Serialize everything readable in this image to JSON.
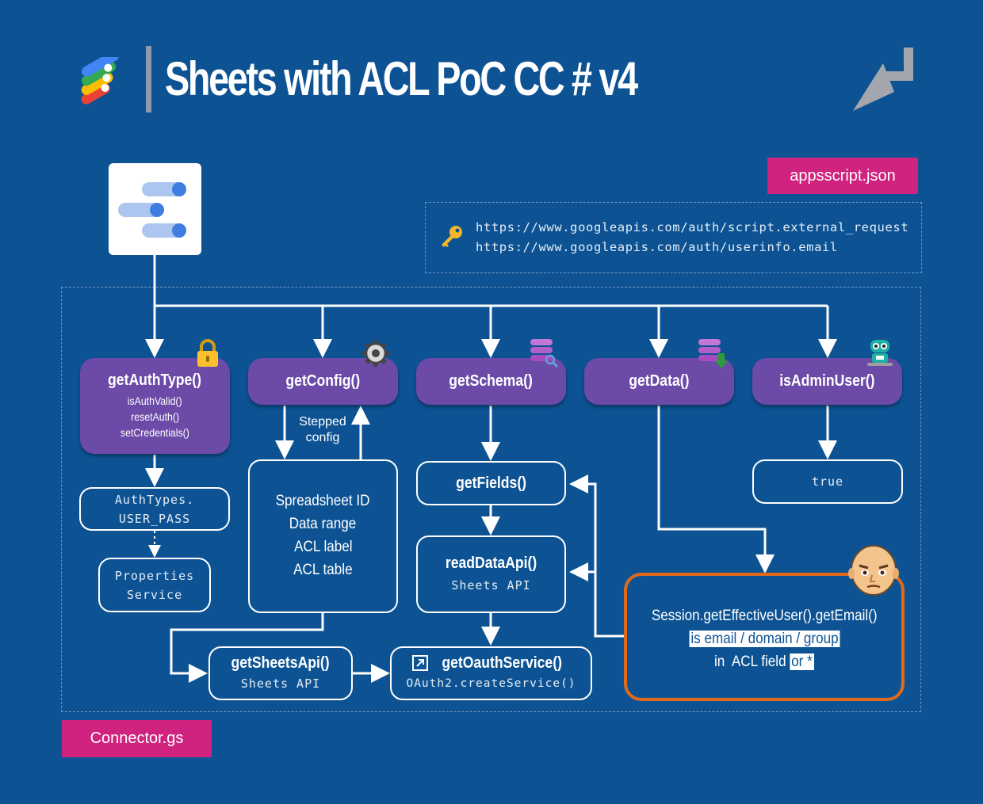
{
  "header": {
    "title": "Sheets with ACL PoC CC # v4"
  },
  "manifest": {
    "label": "appsscript.json",
    "scopes": [
      "https://www.googleapis.com/auth/script.external_request",
      "https://www.googleapis.com/auth/userinfo.email"
    ]
  },
  "connector": {
    "label": "Connector.gs"
  },
  "functions": {
    "auth": {
      "name": "getAuthType()",
      "subs": [
        "isAuthValid()",
        "resetAuth()",
        "setCredentials()"
      ]
    },
    "config": {
      "name": "getConfig()"
    },
    "schema": {
      "name": "getSchema()"
    },
    "data": {
      "name": "getData()"
    },
    "admin": {
      "name": "isAdminUser()"
    }
  },
  "auth_types": {
    "line1": "AuthTypes.",
    "line2": "USER_PASS"
  },
  "properties": {
    "line1": "Properties",
    "line2": "Service"
  },
  "stepped": {
    "line1": "Stepped",
    "line2": "config"
  },
  "config_fields": [
    "Spreadsheet ID",
    "Data range",
    "ACL label",
    "ACL table"
  ],
  "admin_result": "true",
  "get_fields": {
    "name": "getFields()"
  },
  "read_data": {
    "name": "readDataApi()",
    "sub": "Sheets API"
  },
  "sheets_api": {
    "name": "getSheetsApi()",
    "sub": "Sheets API"
  },
  "oauth": {
    "name": "getOauthService()",
    "sub": "OAuth2.createService()"
  },
  "session": {
    "line1": "Session.getEffectiveUser().getEmail()",
    "line2": "is email / domain / group",
    "line3_a": "in  ACL field ",
    "line3_b": "or *"
  },
  "colors": {
    "background": "#0d5394",
    "function_box": "#6b4aa8",
    "tag": "#d0237f",
    "session_border": "#e06a1b"
  },
  "icons": [
    "data-studio-logo",
    "data-studio-app-icon",
    "return-arrow-icon",
    "key-icon",
    "lock-icon",
    "gear-icon",
    "database-search-icon",
    "database-download-icon",
    "robot-icon",
    "bald-man-avatar",
    "external-link-icon"
  ]
}
